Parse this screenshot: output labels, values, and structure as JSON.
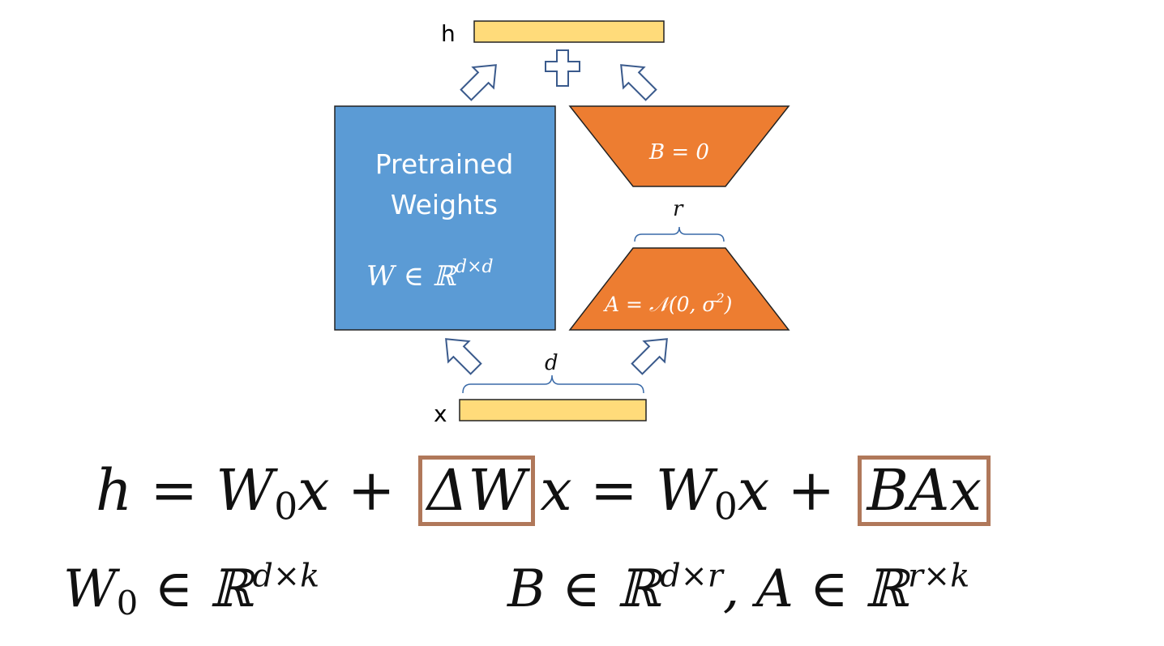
{
  "labels": {
    "h": "h",
    "x": "x",
    "r": "r",
    "d": "d",
    "pretrained_line1": "Pretrained",
    "pretrained_line2": "Weights",
    "w_formula": "W ∈ ℝ",
    "w_exponent": "d×d",
    "b_formula": "B = 0",
    "a_formula": "A = 𝒩(0, σ",
    "a_exponent": "2",
    "a_close": ")"
  },
  "equation1": {
    "part1": "h = W",
    "sub0": "0",
    "part2": "x + ",
    "boxed1": "ΔW",
    "part3": "x = W",
    "sub0b": "0",
    "part4": "x + ",
    "boxed2": "BAx"
  },
  "equation2": {
    "w0": "W",
    "w0_sub": "0",
    "w0_in": " ∈ ℝ",
    "w0_exp": "d×k",
    "b": "B ∈ ℝ",
    "b_exp": "d×r",
    "comma": ", ",
    "a": "A ∈ ℝ",
    "a_exp": "r×k"
  },
  "colors": {
    "pretrained_fill": "#5b9bd5",
    "adapter_fill": "#ed7d31",
    "vector_fill": "#ffdb7a",
    "arrow_stroke": "#3a5a8c",
    "highlight_box": "#b0785a"
  }
}
